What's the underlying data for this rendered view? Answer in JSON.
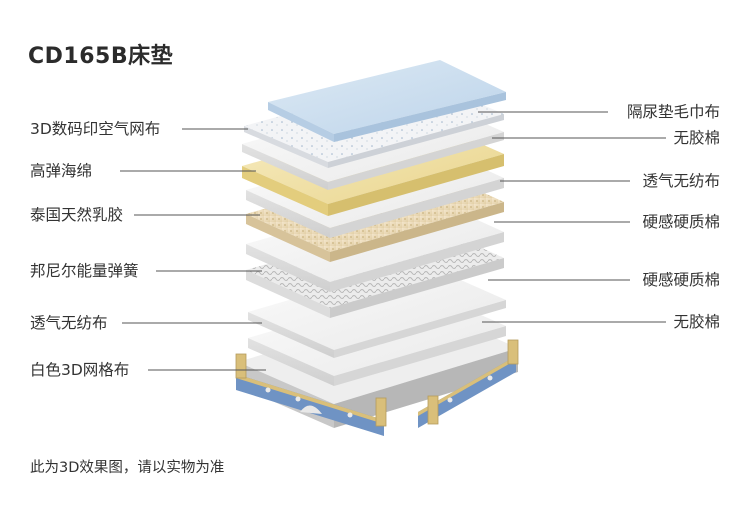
{
  "title": "CD165B床垫",
  "left_labels": [
    "3D数码印空气网布",
    "高弹海绵",
    "泰国天然乳胶",
    "邦尼尔能量弹簧",
    "透气无纺布",
    "白色3D网格布"
  ],
  "right_labels": [
    "隔尿垫毛巾布",
    "无胶棉",
    "透气无纺布",
    "硬感硬质棉",
    "硬感硬质棉",
    "无胶棉"
  ],
  "footnote": "此为3D效果图，请以实物为准",
  "colors": {
    "towel_layer": "#cfe1f0",
    "foam_layer": "#f1e3a8",
    "latex_layer": "#ecdcbc",
    "white_layer": "#f4f4f4",
    "base_blue": "#6f93c4",
    "base_gold": "#d9bf7a",
    "leader_line": "#555555"
  }
}
